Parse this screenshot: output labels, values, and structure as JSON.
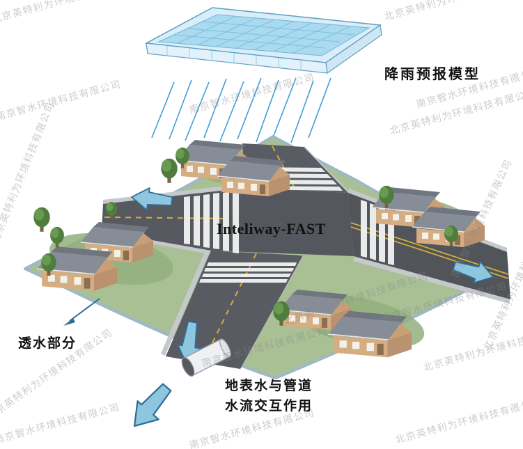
{
  "labels": {
    "rainfall_model": "降雨预报模型",
    "center_title": "Inteliway-FAST",
    "permeable": "透水部分",
    "interaction_line1": "地表水与管道",
    "interaction_line2": "水流交互作用"
  },
  "watermarks": {
    "beijing": "北京英特利为环境科技有限公司",
    "nanjing": "南京智水环境科技有限公司"
  },
  "colors": {
    "rain_blue": "#3f9ed6",
    "basin_water": "#a9daf0",
    "arrow_fill": "#8ec6e0",
    "arrow_stroke": "#2e6e95",
    "terrain_green": "#a9c095",
    "road_gray": "#55585e",
    "crosswalk_white": "#f2f3f2",
    "label_black": "#111111",
    "watermark_gray": "#8a8a8a"
  }
}
